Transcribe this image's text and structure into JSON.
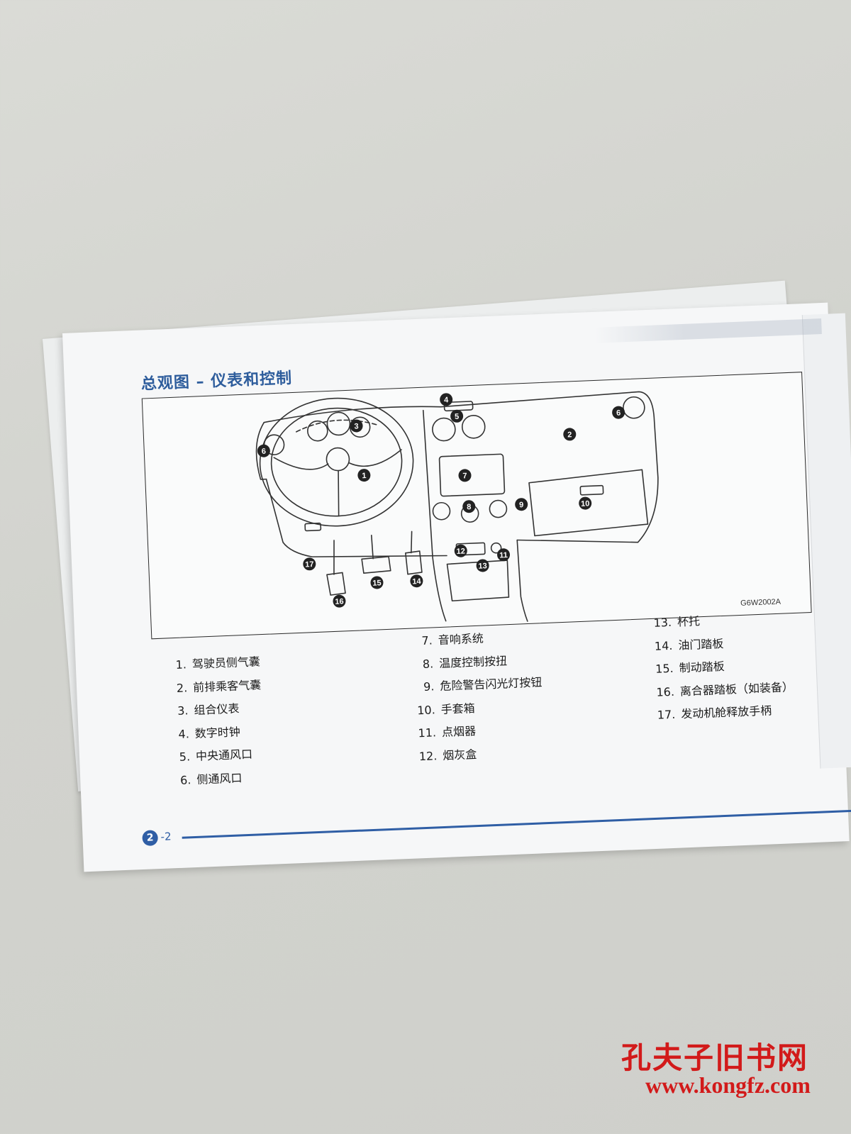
{
  "page": {
    "title": "总观图 – 仪表和控制",
    "figure_code": "G6W2002A",
    "page_chapter": "2",
    "page_number": "-2"
  },
  "diagram": {
    "callouts": [
      "1",
      "2",
      "3",
      "4",
      "5",
      "6",
      "6",
      "7",
      "8",
      "9",
      "10",
      "11",
      "12",
      "13",
      "14",
      "15",
      "16",
      "17"
    ]
  },
  "legend": {
    "col1": [
      {
        "num": "1.",
        "label": "驾驶员侧气囊"
      },
      {
        "num": "2.",
        "label": "前排乘客气囊"
      },
      {
        "num": "3.",
        "label": "组合仪表"
      },
      {
        "num": "4.",
        "label": "数字时钟"
      },
      {
        "num": "5.",
        "label": "中央通风口"
      },
      {
        "num": "6.",
        "label": "侧通风口"
      }
    ],
    "col2": [
      {
        "num": "7.",
        "label": "音响系统"
      },
      {
        "num": "8.",
        "label": "温度控制按扭"
      },
      {
        "num": "9.",
        "label": "危险警告闪光灯按钮"
      },
      {
        "num": "10.",
        "label": "手套箱"
      },
      {
        "num": "11.",
        "label": "点烟器"
      },
      {
        "num": "12.",
        "label": "烟灰盒"
      }
    ],
    "col3": [
      {
        "num": "13.",
        "label": "杯托"
      },
      {
        "num": "14.",
        "label": "油门踏板"
      },
      {
        "num": "15.",
        "label": "制动踏板"
      },
      {
        "num": "16.",
        "label": "离合器踏板（如装备）"
      },
      {
        "num": "17.",
        "label": "发动机舱释放手柄"
      }
    ]
  },
  "watermark": {
    "name": "孔夫子旧书网",
    "url": "www.kongfz.com"
  },
  "colors": {
    "accent_blue": "#2f5ea5",
    "watermark_red": "#d21a1a"
  }
}
